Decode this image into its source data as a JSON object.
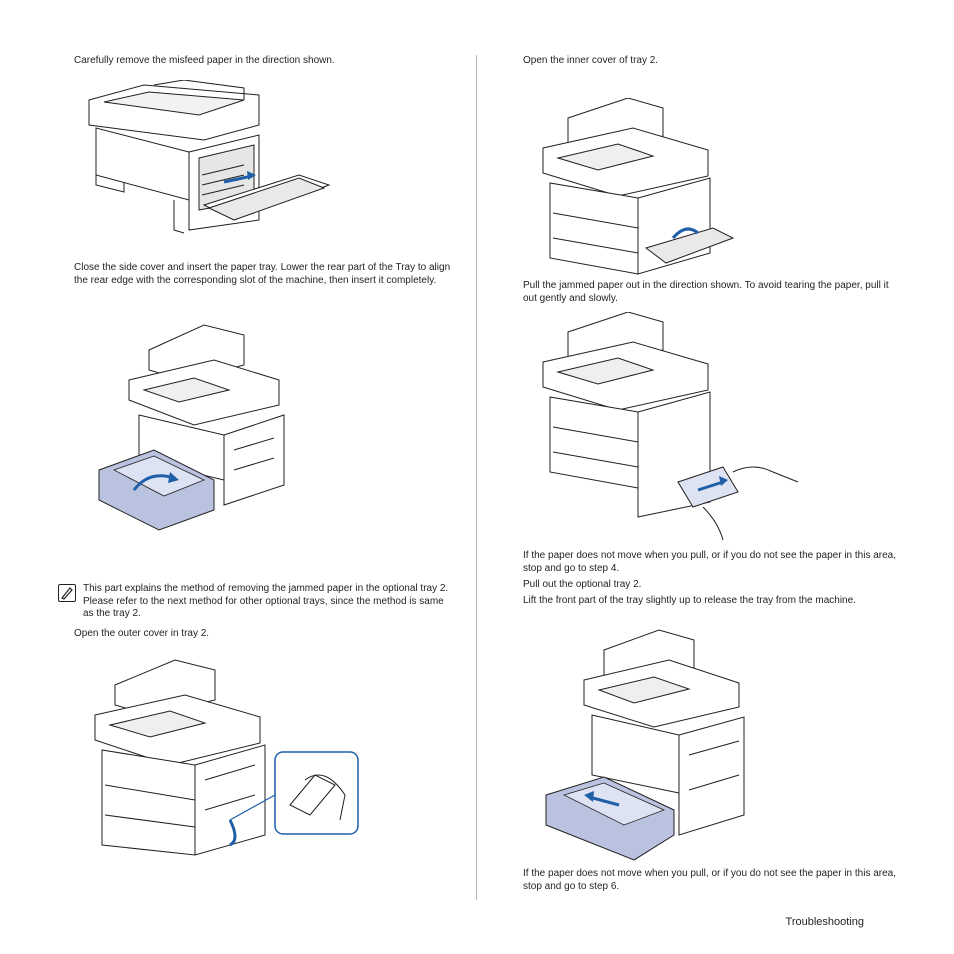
{
  "left": {
    "p1": "Carefully remove the misfeed paper in the direction shown.",
    "p2": "Close the side cover and insert the paper tray. Lower the rear part of the Tray to align the rear edge with the corresponding slot of the machine, then insert it completely.",
    "note": "This part explains the method of removing the jammed paper in the optional tray 2. Please refer to the next method for other optional trays, since the method is same as the tray 2.",
    "p3": "Open the outer cover in tray 2."
  },
  "right": {
    "p1": "Open the inner cover of tray 2.",
    "p2": "Pull the jammed paper out in the direction shown. To avoid tearing the paper, pull it out gently and slowly.",
    "p3": "If the paper does not move when you pull, or if you do not see the paper in this area, stop and go to step 4.",
    "p4": "Pull out the optional tray 2.",
    "p5": "Lift the front part of the tray slightly up to release the tray from the machine.",
    "p6": "If the paper does not move when you pull, or if you do not see the paper in this area, stop and go to step 6."
  },
  "footer": "Troubleshooting",
  "colors": {
    "arrow": "#1f5fa8",
    "tray": "#b9c3e0",
    "line": "#231f20"
  }
}
